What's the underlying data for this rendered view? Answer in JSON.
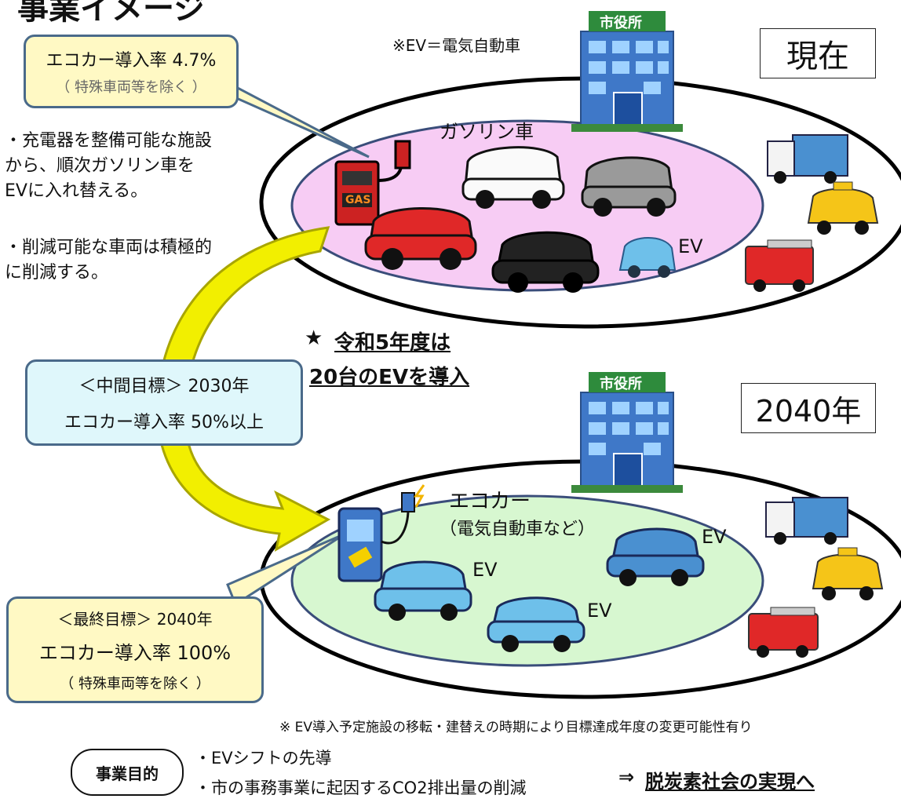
{
  "title": "事業イメージ",
  "ev_note": "※EV＝電気自動車",
  "current_label": "現在",
  "future_label": "2040年",
  "current_callout": {
    "line1": "エコカー導入率 4.7%",
    "line2": "（ 特殊車両等を除く ）"
  },
  "bullets": [
    {
      "lines": [
        "・充電器を整備可能な施設",
        "から、順次ガソリン車を",
        "EVに入れ替える。"
      ]
    },
    {
      "lines": [
        "・削減可能な車両は積極的",
        "に削減する。"
      ]
    }
  ],
  "building_sign": "市役所",
  "gasoline_label": "ガソリン車",
  "ev_label": "EV",
  "star_note": {
    "star": "★",
    "line1": "令和5年度は",
    "line2": "20台のEVを導入"
  },
  "mid_target": {
    "line1": "＜中間目標＞ 2030年",
    "line2": "エコカー導入率 50%以上"
  },
  "final_target": {
    "line1": "＜最終目標＞ 2040年",
    "line2": "エコカー導入率 100%",
    "line3": "（ 特殊車両等を除く ）"
  },
  "ecocar_label": "エコカー",
  "ecocar_sub": "（電気自動車など）",
  "gas_pump_sign": "GAS",
  "footnote": "※ EV導入予定施設の移転・建替えの時期により目標達成年度の変更可能性有り",
  "purpose_badge": "事業目的",
  "purpose_items": [
    "・EVシフトの先導",
    "・市の事務事業に起因するCO2排出量の削減"
  ],
  "arrow_symbol": "⇒",
  "conclusion": "脱炭素社会の実現へ",
  "colors": {
    "current_ellipse": "#f7ccf4",
    "future_ellipse": "#d7f7d0",
    "callout_yellow": "#fff9c4",
    "callout_blue": "#dff7fb",
    "callout_border": "#4a6a8a",
    "arrow_yellow": "#f2ef00",
    "arrow_olive": "#a9a600",
    "building_green": "#2e8b3c",
    "building_blue": "#3f78c8"
  }
}
